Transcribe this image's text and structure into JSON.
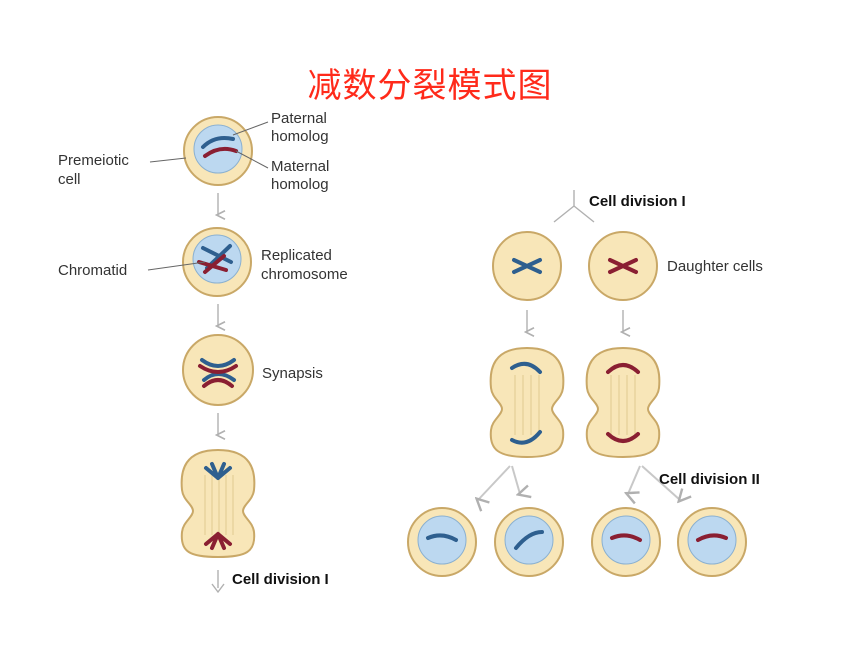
{
  "title": "减数分裂模式图",
  "labels": {
    "paternal": "Paternal",
    "paternal_2": "homolog",
    "maternal": "Maternal",
    "maternal_2": "homolog",
    "premeiotic": "Premeiotic",
    "premeiotic_2": "cell",
    "chromatid": "Chromatid",
    "replicated": "Replicated",
    "replicated_2": "chromosome",
    "synapsis": "Synapsis",
    "cell_division_1_left": "Cell division I",
    "cell_division_1_right": "Cell division I",
    "daughter_cells": "Daughter cells",
    "cell_division_2": "Cell division II"
  },
  "colors": {
    "title": "#ff2a1a",
    "cell_fill": "#f8e6b8",
    "cell_stroke": "#c9a867",
    "nucleus_fill": "#bcd8f0",
    "paternal": "#2e5f8f",
    "maternal": "#8a1f32",
    "arrow": "#b0b0b0"
  }
}
